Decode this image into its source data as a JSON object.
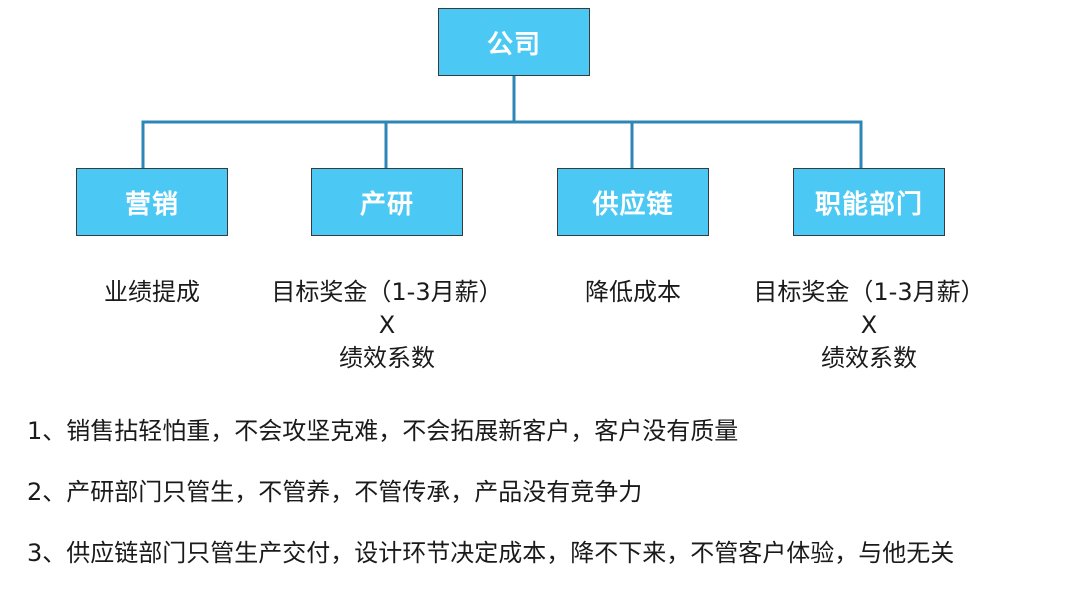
{
  "org_chart": {
    "root": "公司",
    "departments": [
      {
        "name": "营销",
        "description": [
          "业绩提成"
        ]
      },
      {
        "name": "产研",
        "description": [
          "目标奖金（1-3月薪）",
          "X",
          "绩效系数"
        ]
      },
      {
        "name": "供应链",
        "description": [
          "降低成本"
        ]
      },
      {
        "name": "职能部门",
        "description": [
          "目标奖金（1-3月薪）",
          "X",
          "绩效系数"
        ]
      }
    ]
  },
  "notes": [
    "1、销售拈轻怕重，不会攻坚克难，不会拓展新客户，客户没有质量",
    "2、产研部门只管生，不管养，不管传承，产品没有竞争力",
    "3、供应链部门只管生产交付，设计环节决定成本，降不下来，不管客户体验，与他无关"
  ],
  "colors": {
    "box_fill": "#4cc8f4",
    "box_border": "#3a3a3a",
    "connector": "#2e86b8",
    "box_text": "#ffffff",
    "body_text": "#1a1a1a"
  }
}
